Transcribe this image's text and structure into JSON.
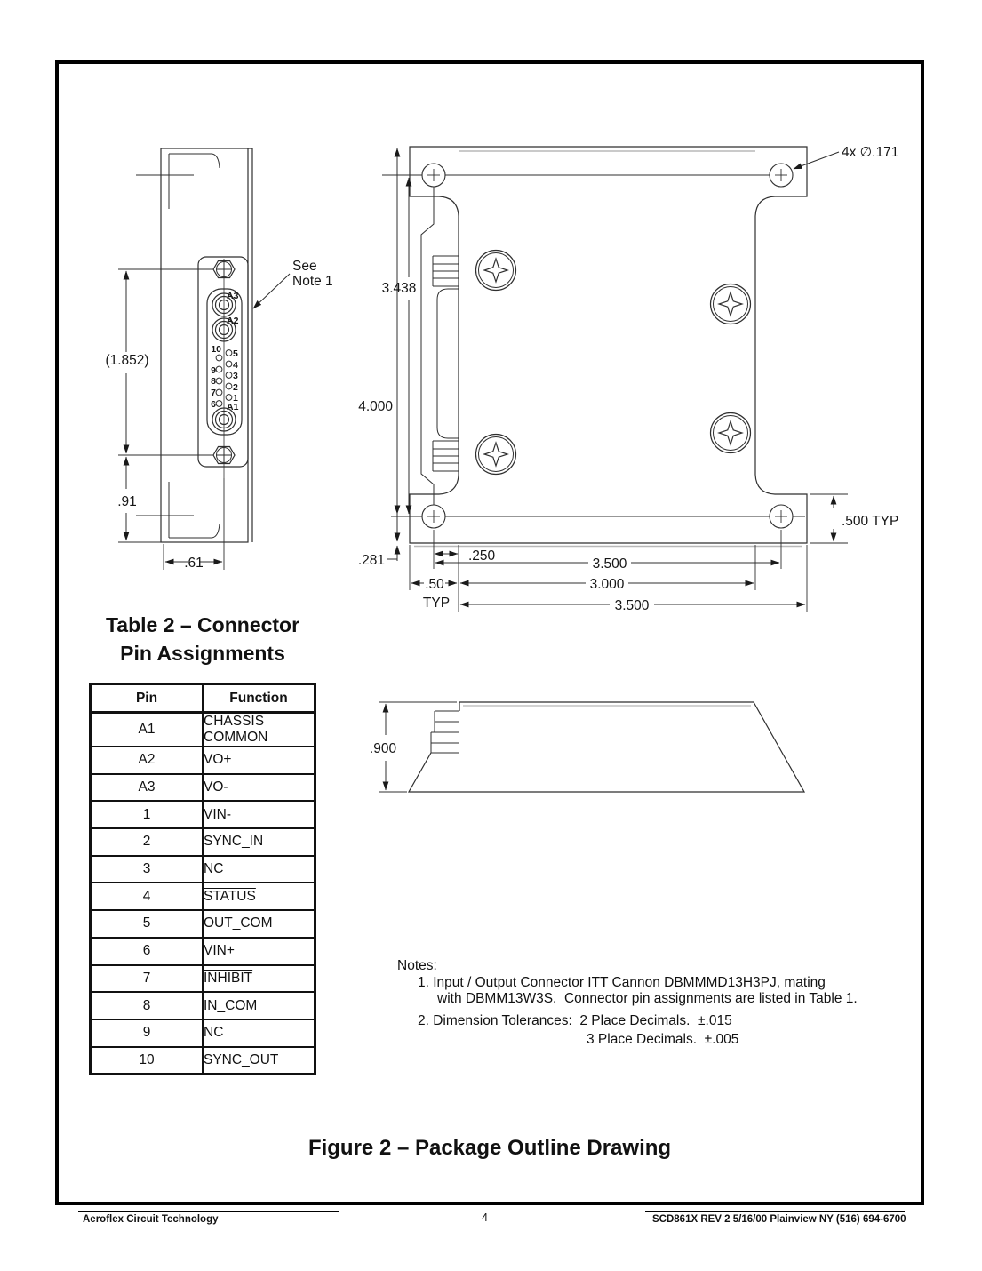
{
  "figure_title": "Figure 2 – Package Outline Drawing",
  "footer": {
    "left": "Aeroflex Circuit Technology",
    "page": "4",
    "right": "SCD861X REV 2  5/16/00  Plainview NY (516) 694-6700"
  },
  "table": {
    "title_line1": "Table 2 – Connector",
    "title_line2": "Pin Assignments",
    "headers": [
      "Pin",
      "Function"
    ],
    "rows": [
      {
        "pin": "A1",
        "function": "CHASSIS COMMON",
        "overline": false
      },
      {
        "pin": "A2",
        "function": "VO+",
        "overline": false
      },
      {
        "pin": "A3",
        "function": "VO-",
        "overline": false
      },
      {
        "pin": "1",
        "function": "VIN-",
        "overline": false
      },
      {
        "pin": "2",
        "function": "SYNC_IN",
        "overline": false
      },
      {
        "pin": "3",
        "function": "NC",
        "overline": false
      },
      {
        "pin": "4",
        "function": "STATUS",
        "overline": true
      },
      {
        "pin": "5",
        "function": "OUT_COM",
        "overline": false
      },
      {
        "pin": "6",
        "function": "VIN+",
        "overline": false
      },
      {
        "pin": "7",
        "function": "INHIBIT",
        "overline": true
      },
      {
        "pin": "8",
        "function": "IN_COM",
        "overline": false
      },
      {
        "pin": "9",
        "function": "NC",
        "overline": false
      },
      {
        "pin": "10",
        "function": "SYNC_OUT",
        "overline": false
      }
    ]
  },
  "notes": {
    "heading": "Notes:",
    "n1a": "1. Input / Output Connector ITT Cannon DBMMMD13H3PJ, mating",
    "n1b": "with DBMM13W3S.  Connector pin assignments are listed in Table 1.",
    "n2": "2. Dimension Tolerances:  2 Place Decimals.  ±.015",
    "n3": "3 Place Decimals.  ±.005"
  },
  "left_view": {
    "note_label_line1": "See",
    "note_label_line2": "Note 1",
    "dim_connector_span": "(1.852)",
    "dim_lower": ".91",
    "dim_width": ".61",
    "coax_labels": [
      "A3",
      "A2",
      "A1"
    ],
    "pins_left": [
      "10",
      "9",
      "8",
      "7",
      "6"
    ],
    "pins_right": [
      "5",
      "4",
      "3",
      "2",
      "1"
    ]
  },
  "front_view": {
    "holes_note": "4x  ∅.171",
    "dim_hole_span_v": "3.438",
    "dim_height": "4.000",
    "dim_offset": ".281",
    "dim_hole_inset": ".250",
    "dim_hole_span_h": "3.500",
    "dim_body_width": "3.000",
    "dim_flange_w": ".50",
    "dim_flange_typ": "TYP",
    "dim_overall_width": "3.500",
    "dim_flange_h": ".500 TYP"
  },
  "profile_view": {
    "dim_height": ".900"
  }
}
